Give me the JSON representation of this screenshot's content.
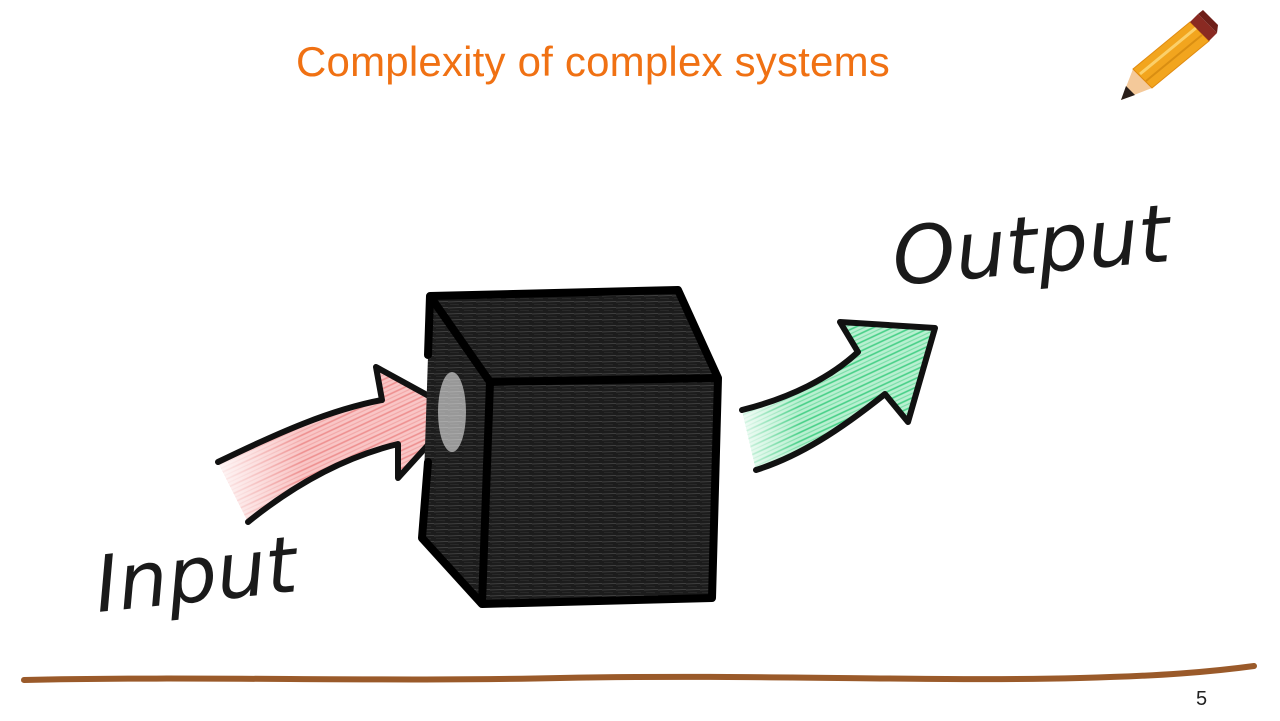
{
  "slide": {
    "title": "Complexity of complex systems",
    "page_number": "5"
  },
  "diagram": {
    "input_label": "Input",
    "output_label": "Output",
    "icons": {
      "corner": "pencil-icon",
      "center": "black-box-cube-icon",
      "input_arrow": "red-arrow-icon",
      "output_arrow": "green-arrow-icon"
    },
    "colors": {
      "title": "#f07113",
      "input_arrow": "#f08c8c",
      "output_arrow": "#4fd38f",
      "box": "#1c1c1c",
      "ground_line": "#9a5a2a",
      "pencil_body": "#f2a51e",
      "pencil_eraser": "#8a2a22"
    }
  }
}
